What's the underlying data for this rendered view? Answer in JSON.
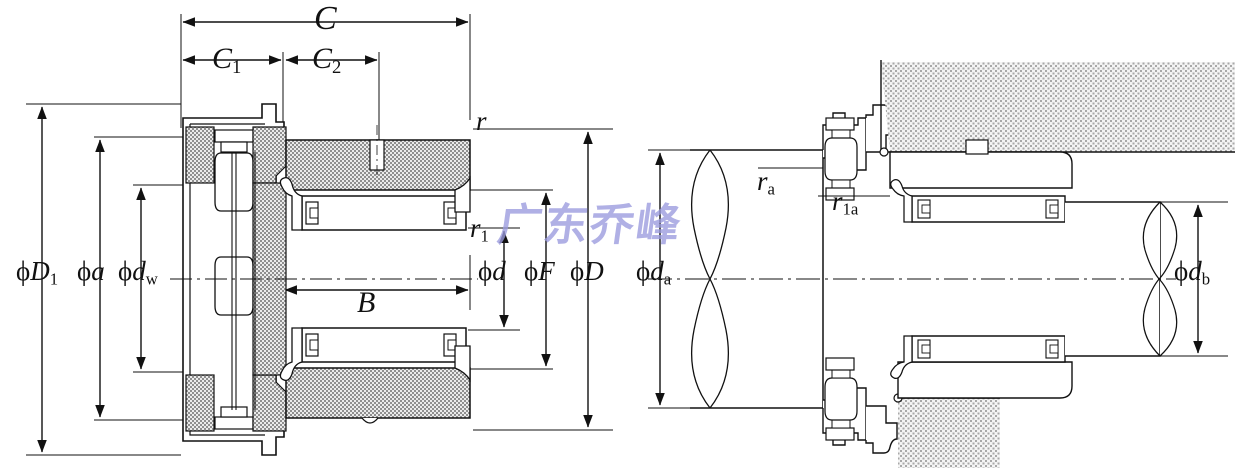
{
  "title": "Needle roller bearing with thrust ball bearing — boundary dimension diagram",
  "watermark": {
    "text": "广东乔峰",
    "color": "#9a9ade"
  },
  "colors": {
    "line": "#111111",
    "hatch_fill": "#e8e8e8",
    "hatch_dot": "#8c8c8c",
    "watermark": "#9a9ade",
    "background": "#ffffff"
  },
  "left_view": {
    "name": "bearing-cross-section",
    "horizontal_dimensions": [
      {
        "id": "C",
        "label": "C",
        "sub": "",
        "desc": "overall-width"
      },
      {
        "id": "C1",
        "label": "C",
        "sub": "1",
        "desc": "thrust-section-width"
      },
      {
        "id": "C2",
        "label": "C",
        "sub": "2",
        "desc": "radial-section-width"
      },
      {
        "id": "B",
        "label": "B",
        "sub": "",
        "desc": "inner-ring-width"
      }
    ],
    "vertical_dimensions_left": [
      {
        "id": "D1",
        "phi": "ϕ",
        "label": "D",
        "sub": "1",
        "desc": "thrust-washer-outside-diameter"
      },
      {
        "id": "a",
        "phi": "ϕ",
        "label": "a",
        "sub": "",
        "desc": "thrust-bearing-raceway-diameter"
      },
      {
        "id": "dw",
        "phi": "ϕ",
        "label": "d",
        "sub": "w",
        "desc": "thrust-washer-bore-diameter"
      }
    ],
    "vertical_dimensions_right": [
      {
        "id": "d",
        "phi": "ϕ",
        "label": "d",
        "sub": "",
        "desc": "bore-diameter"
      },
      {
        "id": "F",
        "phi": "ϕ",
        "label": "F",
        "sub": "",
        "desc": "inner-ring-raceway-diameter"
      },
      {
        "id": "D",
        "phi": "ϕ",
        "label": "D",
        "sub": "",
        "desc": "outside-diameter"
      }
    ],
    "chamfer_labels": [
      {
        "id": "r",
        "label": "r",
        "sub": "",
        "desc": "outer-chamfer"
      },
      {
        "id": "r1",
        "label": "r",
        "sub": "1",
        "desc": "inner-chamfer"
      }
    ]
  },
  "right_view": {
    "name": "mounting-fillet-diagram",
    "labels": [
      {
        "id": "ra",
        "label": "r",
        "sub": "a",
        "desc": "shaft-fillet-radius"
      },
      {
        "id": "r1a",
        "label": "r",
        "sub": "1a",
        "desc": "housing-fillet-radius"
      },
      {
        "id": "dda",
        "phi": "ϕ",
        "label": "d",
        "sub": "a",
        "desc": "shaft-shoulder-diameter"
      },
      {
        "id": "ddb",
        "phi": "ϕ",
        "label": "d",
        "sub": "b",
        "desc": "shaft-journal-diameter"
      }
    ]
  }
}
